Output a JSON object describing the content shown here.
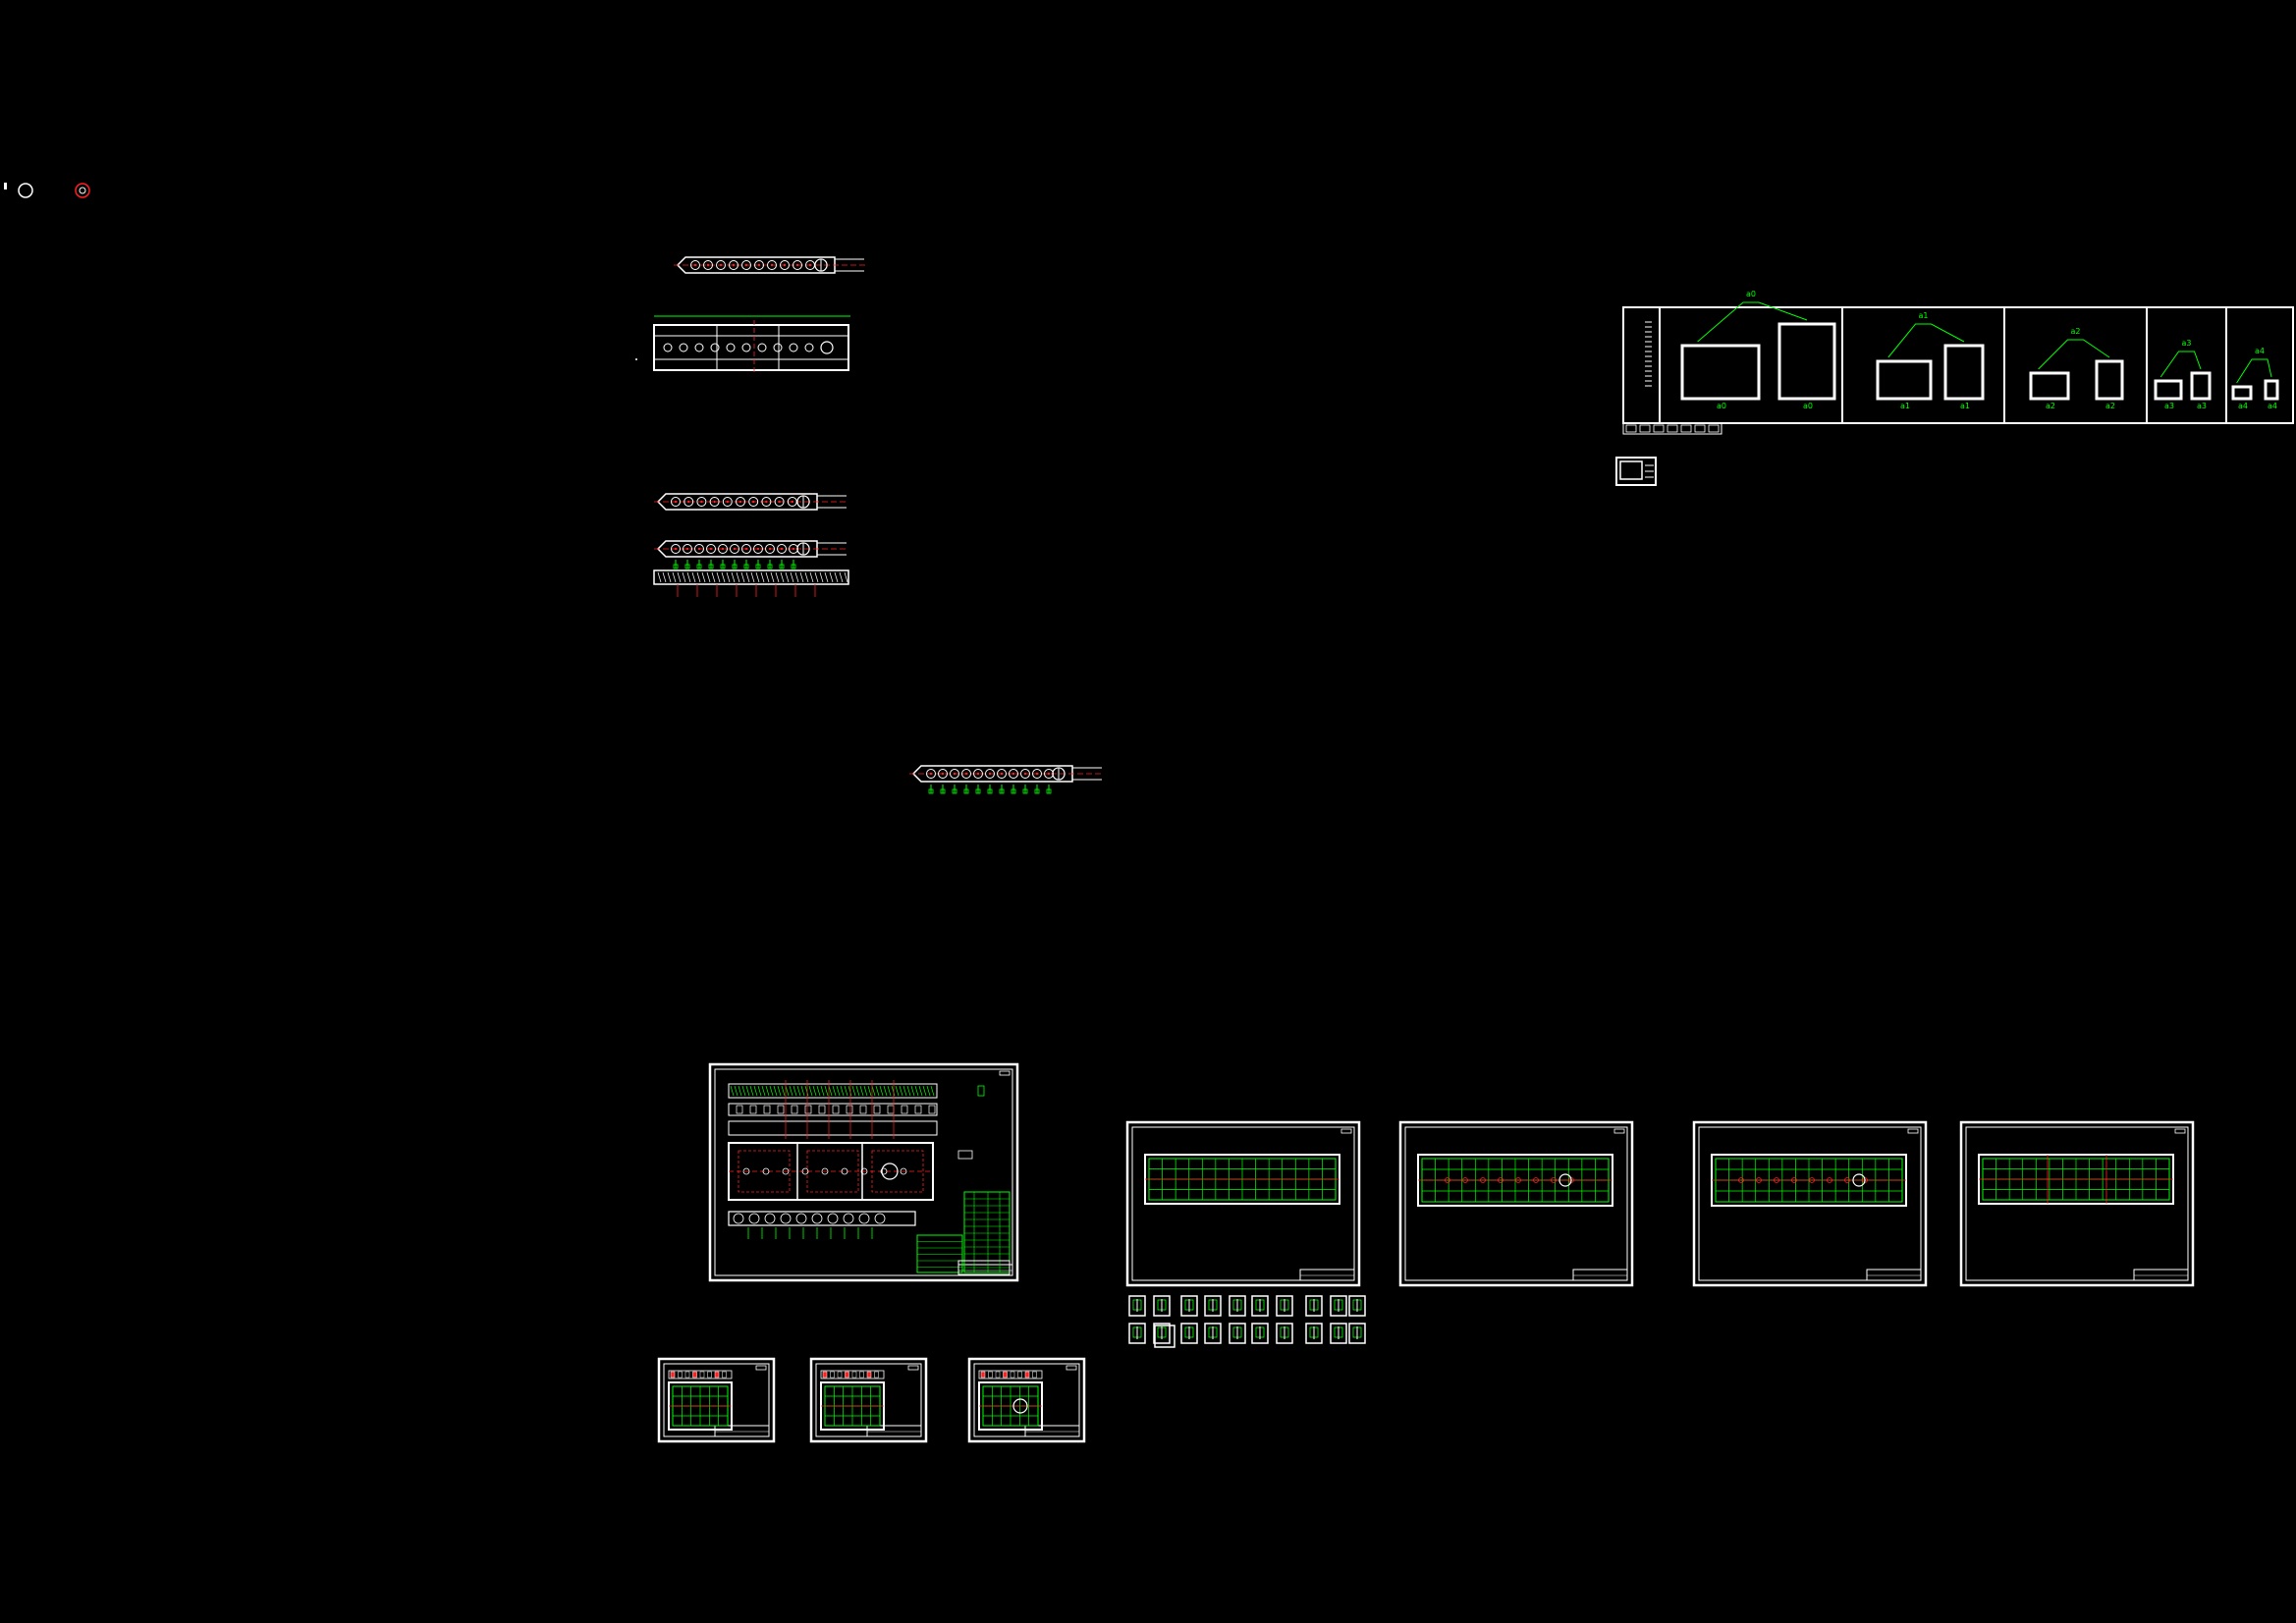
{
  "colors": {
    "background": "#000000",
    "outline": "#ffffff",
    "hatch": "#00ff00",
    "centerline": "#ff2020"
  },
  "sheet_legend": {
    "groups": [
      {
        "label": "a0",
        "items": [
          "a0",
          "a0"
        ]
      },
      {
        "label": "a1",
        "items": [
          "a1",
          "a1"
        ]
      },
      {
        "label": "a2",
        "items": [
          "a2",
          "a2"
        ]
      },
      {
        "label": "a3",
        "items": [
          "a3",
          "a3"
        ]
      },
      {
        "label": "a4",
        "items": [
          "a4",
          "a4"
        ]
      }
    ]
  }
}
